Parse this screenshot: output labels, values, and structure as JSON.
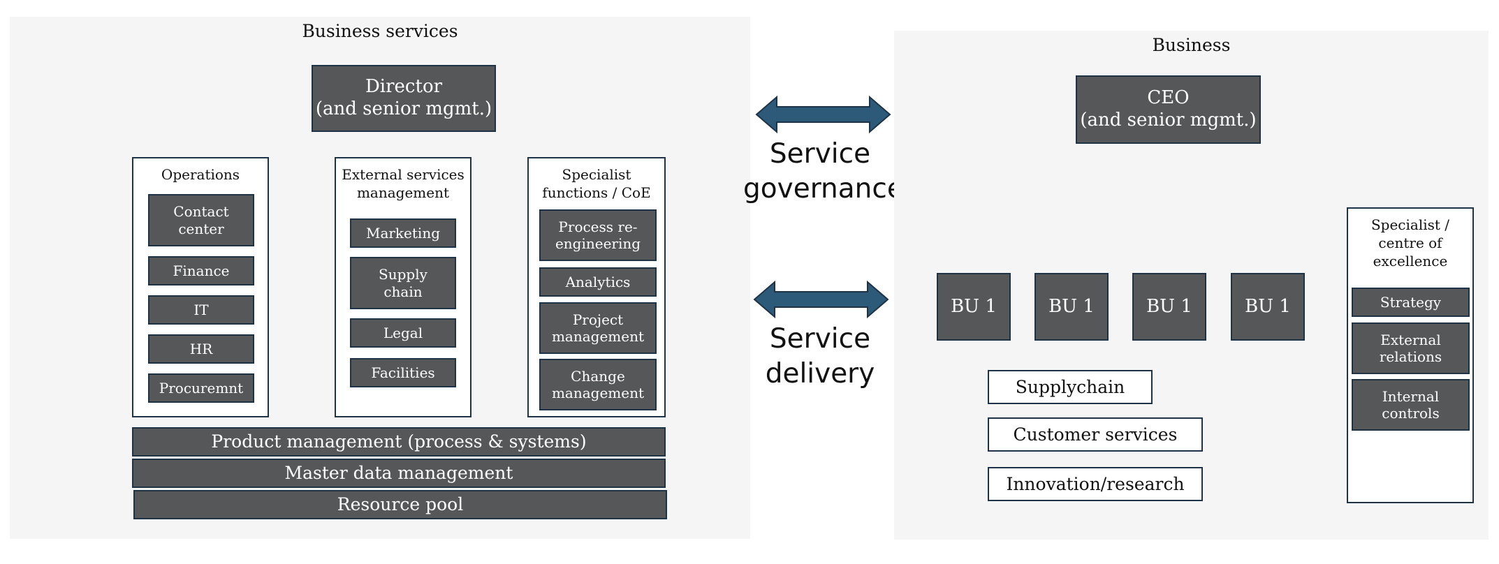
{
  "left_panel": {
    "title": "Business services",
    "director": "Director\n(and senior mgmt.)",
    "columns": [
      {
        "heading": "Operations",
        "items": [
          "Contact\ncenter",
          "Finance",
          "IT",
          "HR",
          "Procuremnt"
        ]
      },
      {
        "heading": "External services\nmanagement",
        "items": [
          "Marketing",
          "Supply\nchain",
          "Legal",
          "Facilities"
        ]
      },
      {
        "heading": "Specialist\nfunctions / CoE",
        "items": [
          "Process re-\nengineering",
          "Analytics",
          "Project\nmanagement",
          "Change\nmanagement"
        ]
      }
    ],
    "bars": [
      "Product management (process & systems)",
      "Master data management",
      "Resource pool"
    ]
  },
  "middle": {
    "governance_label": "Service\ngovernance",
    "delivery_label": "Service\ndelivery"
  },
  "right_panel": {
    "title": "Business",
    "ceo": "CEO\n(and senior mgmt.)",
    "business_units": [
      "BU 1",
      "BU 1",
      "BU 1",
      "BU 1"
    ],
    "bu_functions": [
      "Supplychain",
      "Customer services",
      "Innovation/research"
    ],
    "specialist": {
      "heading": "Specialist /\ncentre of\nexcellence",
      "items": [
        "Strategy",
        "External\nrelations",
        "Internal\ncontrols"
      ]
    }
  },
  "colors": {
    "panel_bg": "#f5f5f5",
    "box_fill": "#555759",
    "box_border": "#1f3346",
    "connector": "#3d6b8c",
    "arrow_fill": "#2e5a7a"
  }
}
